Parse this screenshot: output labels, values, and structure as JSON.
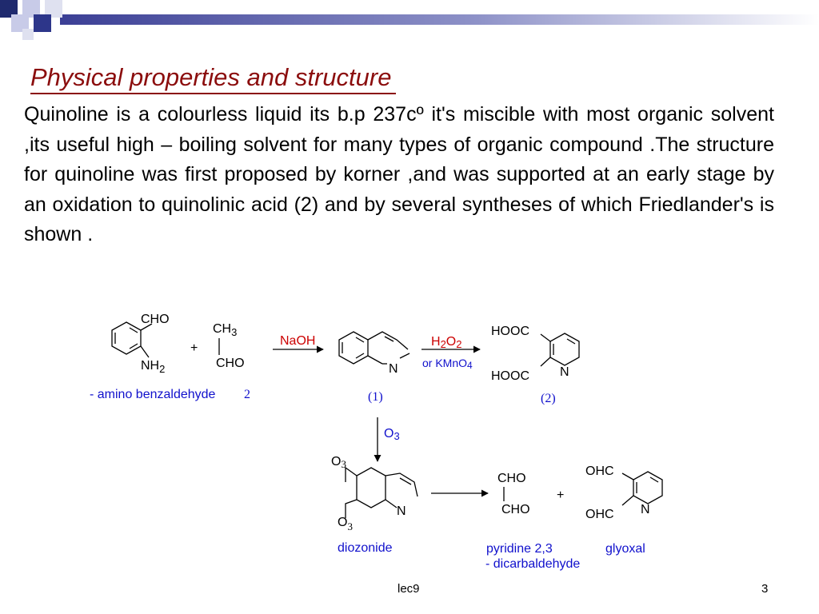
{
  "slide": {
    "title": "Physical properties and structure",
    "body": "Quinoline is a colourless liquid its b.p 237cº it's miscible with most organic solvent ,its useful high – boiling solvent for many types of organic compound .The structure for quinoline was first proposed by korner ,and was supported at an early stage by an oxidation to quinolinic acid (2) and by several syntheses of which Friedlander's is shown .",
    "footer": "lec9",
    "page_number": "3"
  },
  "scheme": {
    "cho": "CHO",
    "nh": "NH",
    "sub2": "2",
    "ch": "CH",
    "sub3": "3",
    "plus": "+",
    "naoh": "NaOH",
    "n": "N",
    "h": "H",
    "o": "O",
    "or_kmno": "or KMnO",
    "sub4": "4",
    "hooc": "HOOC",
    "ohc": "OHC",
    "amino_label": "- amino benzaldehyde",
    "label_1": "(1)",
    "label_2": "(2)",
    "diozonide": "diozonide",
    "pyridine_line1": "pyridine 2,3",
    "pyridine_line2": "- dicarbaldehyde",
    "glyoxal": "glyoxal"
  },
  "colors": {
    "title": "#8b0d0d",
    "reagent_red": "#cc0000",
    "label_blue": "#1010cc",
    "deco_navy": "#1f2a6e",
    "deco_light": "#c8cbe8"
  }
}
